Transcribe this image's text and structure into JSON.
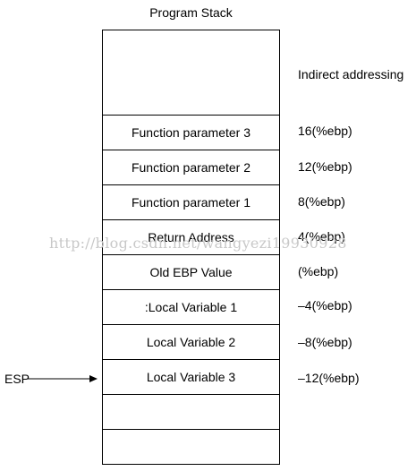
{
  "title": "Program Stack",
  "address_header": "Indirect addressing",
  "stack": {
    "top_label": "",
    "cells": [
      {
        "label": "Function parameter 3",
        "address": "16(%ebp)"
      },
      {
        "label": "Function parameter 2",
        "address": "12(%ebp)"
      },
      {
        "label": "Function parameter 1",
        "address": "8(%ebp)"
      },
      {
        "label": "Return Address",
        "address": "4(%ebp)"
      },
      {
        "label": "Old EBP Value",
        "address": "(%ebp)"
      },
      {
        "label": ":Local Variable 1",
        "address": "–4(%ebp)"
      },
      {
        "label": "Local Variable 2",
        "address": "–8(%ebp)"
      },
      {
        "label": "Local Variable 3",
        "address": "–12(%ebp)"
      },
      {
        "label": "",
        "address": ""
      },
      {
        "label": "",
        "address": ""
      }
    ]
  },
  "pointer": {
    "label": "ESP",
    "points_to": "Local Variable 3"
  },
  "watermark": "http://blog.csdn.net/wangyezi19930928",
  "colors": {
    "line": "#000000",
    "watermark": "#c8c8c8"
  }
}
